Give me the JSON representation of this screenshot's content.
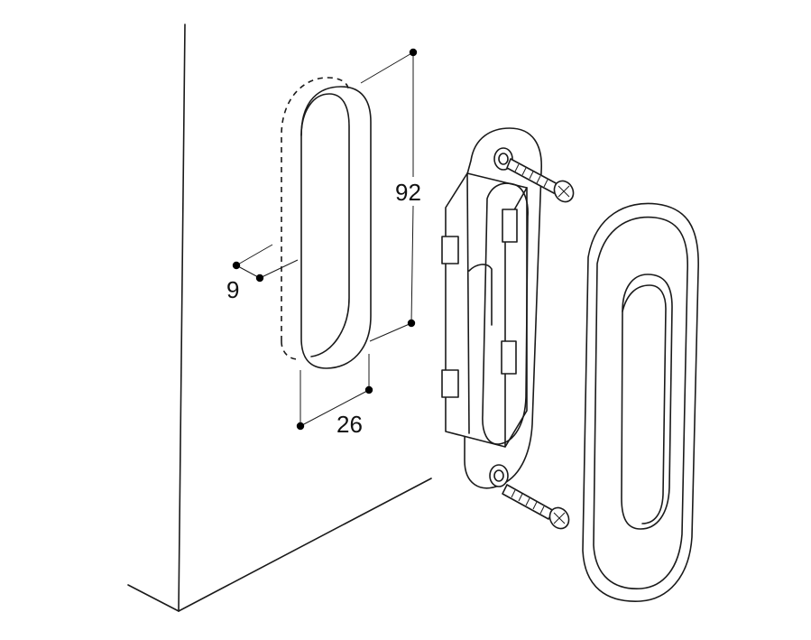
{
  "diagram": {
    "dimensions": {
      "height": "92",
      "width": "26",
      "depth": "9"
    },
    "colors": {
      "line": "#1a1a1a",
      "background": "#ffffff"
    }
  }
}
